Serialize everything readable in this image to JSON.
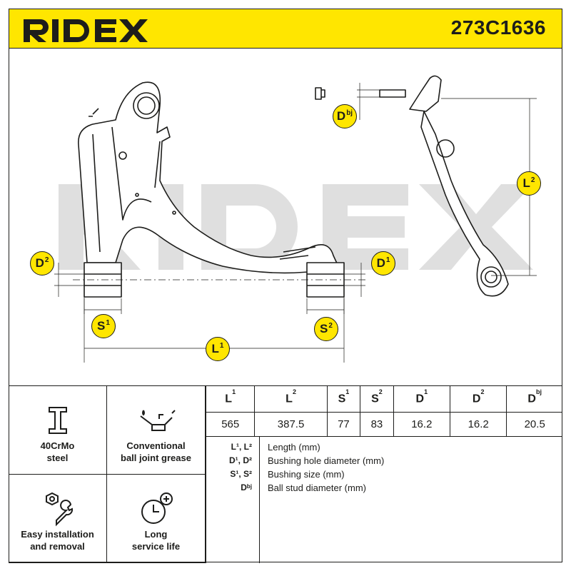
{
  "header": {
    "brand": "RIDEX",
    "part_number": "273C1636",
    "accent_color": "#ffe600"
  },
  "drawing": {
    "watermark": "RIDEX",
    "tags": {
      "d2": "D",
      "d2_sup": "2",
      "d1": "D",
      "d1_sup": "1",
      "s1": "S",
      "s1_sup": "1",
      "s2": "S",
      "s2_sup": "2",
      "l1": "L",
      "l1_sup": "1",
      "l2": "L",
      "l2_sup": "2",
      "dbj": "D",
      "dbj_sup": "bj"
    }
  },
  "features": [
    {
      "icon": "i-beam-icon",
      "label_1": "40CrMo",
      "label_2": "steel"
    },
    {
      "icon": "oil-can-icon",
      "label_1": "Conventional",
      "label_2": "ball joint grease"
    },
    {
      "icon": "wrench-nut-icon",
      "label_1": "Easy installation",
      "label_2": "and removal"
    },
    {
      "icon": "clock-plus-icon",
      "label_1": "Long",
      "label_2": "service life"
    }
  ],
  "dimensions": {
    "headers": [
      {
        "base": "L",
        "sup": "1"
      },
      {
        "base": "L",
        "sup": "2"
      },
      {
        "base": "S",
        "sup": "1"
      },
      {
        "base": "S",
        "sup": "2"
      },
      {
        "base": "D",
        "sup": "1"
      },
      {
        "base": "D",
        "sup": "2"
      },
      {
        "base": "D",
        "sup": "bj"
      }
    ],
    "values": [
      "565",
      "387.5",
      "77",
      "83",
      "16.2",
      "16.2",
      "20.5"
    ]
  },
  "legend": [
    {
      "key": "L¹, L²",
      "desc": "Length (mm)"
    },
    {
      "key": "D¹, D²",
      "desc": "Bushing hole diameter (mm)"
    },
    {
      "key": "S¹, S²",
      "desc": "Bushing size (mm)"
    },
    {
      "key": "Dᵇʲ",
      "desc": "Ball stud diameter (mm)"
    }
  ]
}
